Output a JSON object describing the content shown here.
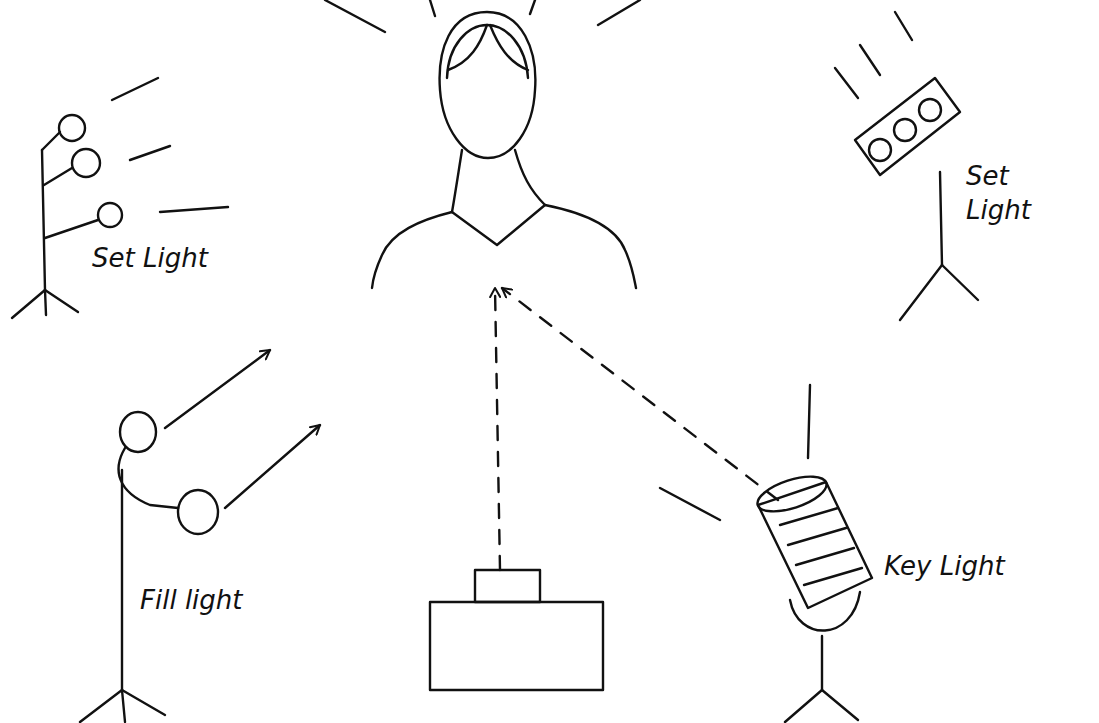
{
  "diagram": {
    "labels": [
      "Set Light",
      "Set Light",
      "Fill light",
      "Key Light"
    ]
  }
}
